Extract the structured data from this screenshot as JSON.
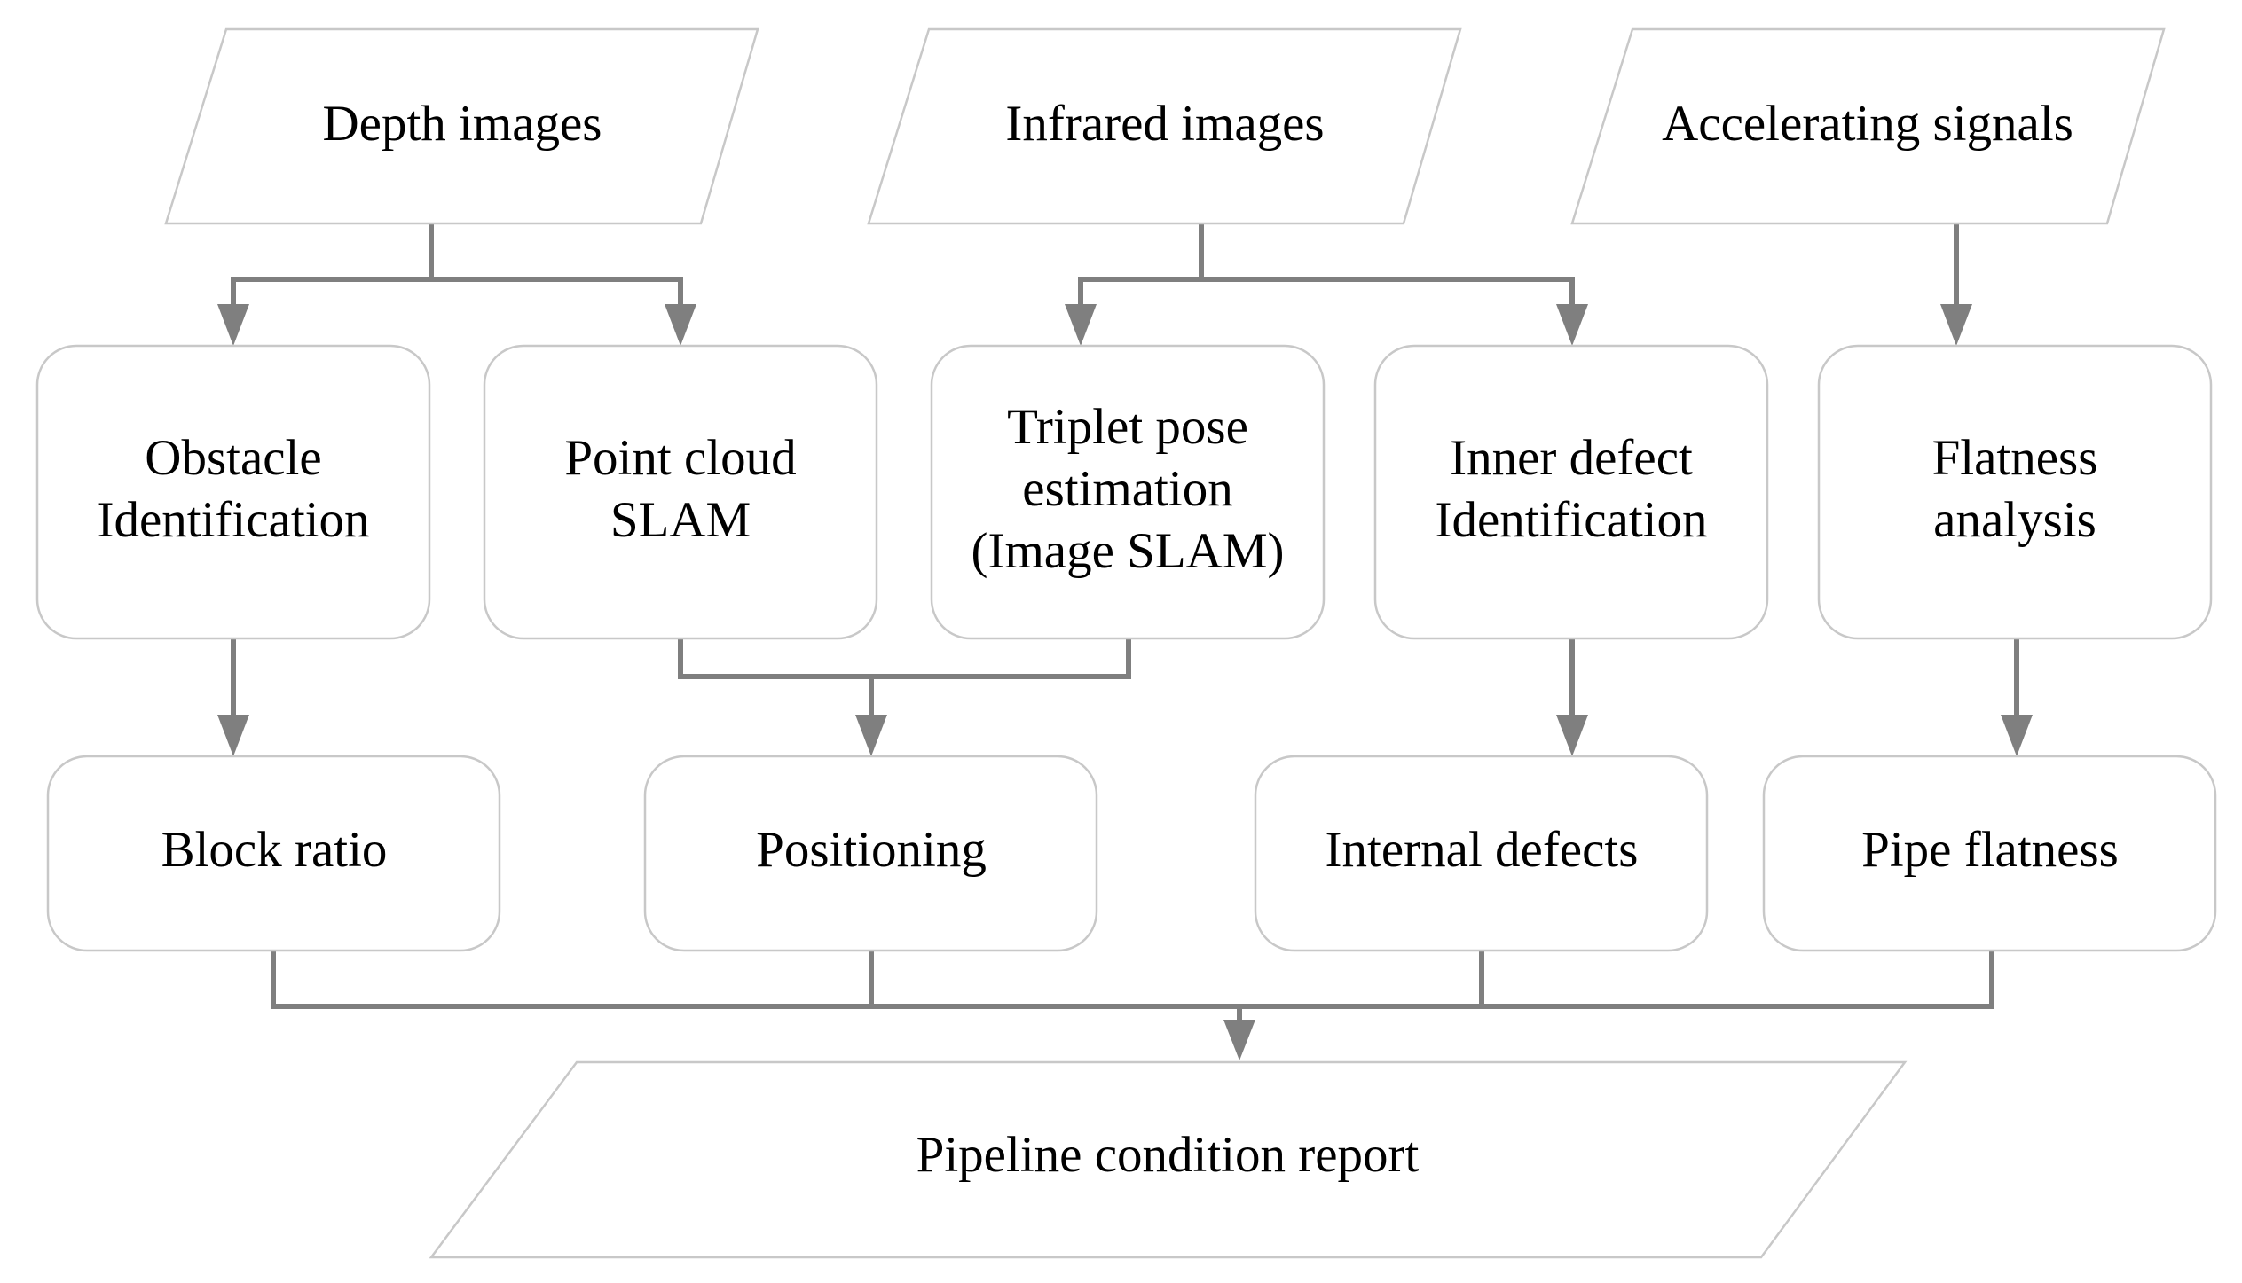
{
  "inputs": {
    "depth": "Depth images",
    "infrared": "Infrared images",
    "accel": "Accelerating signals"
  },
  "processes": {
    "obstacle": [
      "Obstacle",
      "Identification"
    ],
    "pointcloud": [
      "Point cloud",
      "SLAM"
    ],
    "triplet": [
      "Triplet pose",
      "estimation",
      "(Image SLAM)"
    ],
    "inner_defect": [
      "Inner defect",
      "Identification"
    ],
    "flatness": [
      "Flatness",
      "analysis"
    ]
  },
  "results": {
    "block_ratio": "Block ratio",
    "positioning": "Positioning",
    "internal_defects": "Internal defects",
    "pipe_flatness": "Pipe flatness"
  },
  "output": {
    "report": "Pipeline condition report"
  },
  "colors": {
    "connector": "#7f7f7f",
    "shape_border": "#c8c8c8",
    "text": "#000000",
    "background": "#ffffff"
  }
}
